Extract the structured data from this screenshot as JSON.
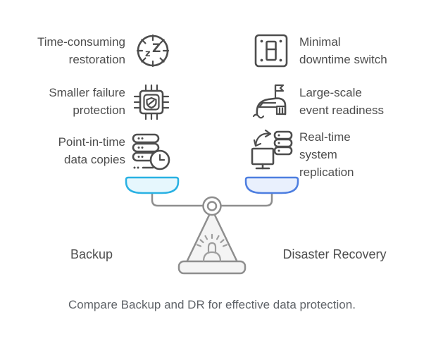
{
  "colors": {
    "text": "#4d4d4d",
    "caption_text": "#5f6368",
    "icon_stroke": "#4d4d4d",
    "scale_stroke": "#8e8e8e",
    "scale_fill": "#f4f4f4",
    "siren_stroke": "#9e9e9e",
    "left_pan_stroke": "#29b1e3",
    "left_pan_fill": "#e6f7fd",
    "right_pan_stroke": "#4d7ee0",
    "right_pan_fill": "#e9f0fd"
  },
  "left_column": {
    "side_label": "Backup",
    "items": [
      {
        "icon": "sleeping-clock-icon",
        "lines": [
          "Time-consuming",
          "restoration"
        ]
      },
      {
        "icon": "chip-shield-icon",
        "lines": [
          "Smaller failure",
          "protection"
        ]
      },
      {
        "icon": "server-clock-icon",
        "lines": [
          "Point-in-time",
          "data copies"
        ]
      }
    ]
  },
  "right_column": {
    "side_label": "Disaster Recovery",
    "items": [
      {
        "icon": "power-switch-icon",
        "lines": [
          "Minimal",
          "downtime switch"
        ]
      },
      {
        "icon": "flood-shelter-flag-icon",
        "lines": [
          "Large-scale",
          "event readiness"
        ]
      },
      {
        "icon": "monitor-sync-server-icon",
        "lines": [
          "Real-time",
          "system",
          "replication"
        ]
      }
    ]
  },
  "scale": {
    "left_pan": "backup-pan",
    "right_pan": "disaster-recovery-pan"
  },
  "caption": "Compare Backup and DR for effective data protection."
}
